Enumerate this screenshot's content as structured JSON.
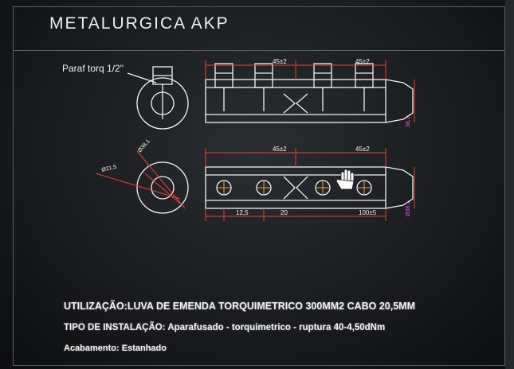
{
  "window": {
    "title": "METALURGICA  AKP"
  },
  "drawing": {
    "callout_label": "Paraf torq 1/2\"",
    "top_view": {
      "dim_left": "45±2",
      "dim_right": "45±2",
      "dim_height": "38,1"
    },
    "bottom_view": {
      "dim_left": "45±2",
      "dim_right": "45±2",
      "dim_diameter_small": "Ø38,1",
      "dim_diameter_large": "Ø21,5",
      "dim_spacing_a": "12,5",
      "dim_spacing_b": "20",
      "dim_total": "100±5",
      "dim_height": "Ø38,1"
    },
    "colors": {
      "outline": "#f2f2f2",
      "dimension": "#e8413a",
      "text_dim": "#f5f5f5",
      "magenta": "#e25ce0",
      "orange": "#f2a437"
    }
  },
  "specs": {
    "line1": "UTILIZAÇÃO:LUVA DE EMENDA TORQUIMETRICO 300MM2 CABO 20,5MM",
    "line2": "TIPO DE INSTALAÇÃO: Aparafusado - torquimetrico - ruptura 40-4,50dNm",
    "line3": "Acabamento: Estanhado"
  },
  "cursor": {
    "type": "hand-icon"
  }
}
